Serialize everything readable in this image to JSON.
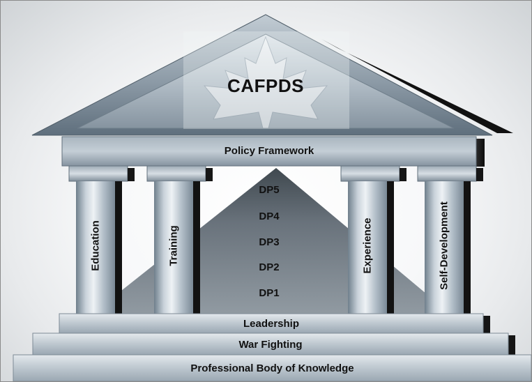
{
  "title": "CAFPDS",
  "roof_band": "Policy Framework",
  "pillars": [
    "Education",
    "Training",
    "Experience",
    "Self-Development"
  ],
  "development_periods": [
    "DP5",
    "DP4",
    "DP3",
    "DP2",
    "DP1"
  ],
  "steps": [
    "Leadership",
    "War Fighting",
    "Professional Body of Knowledge"
  ],
  "colors": {
    "stone_dark": "#5f7080",
    "stone_mid": "#9aa7b2",
    "stone_light": "#e6ebef",
    "shadow": "#1a1a1a",
    "text": "#111111"
  },
  "icons": [
    "maple-leaf-icon"
  ]
}
